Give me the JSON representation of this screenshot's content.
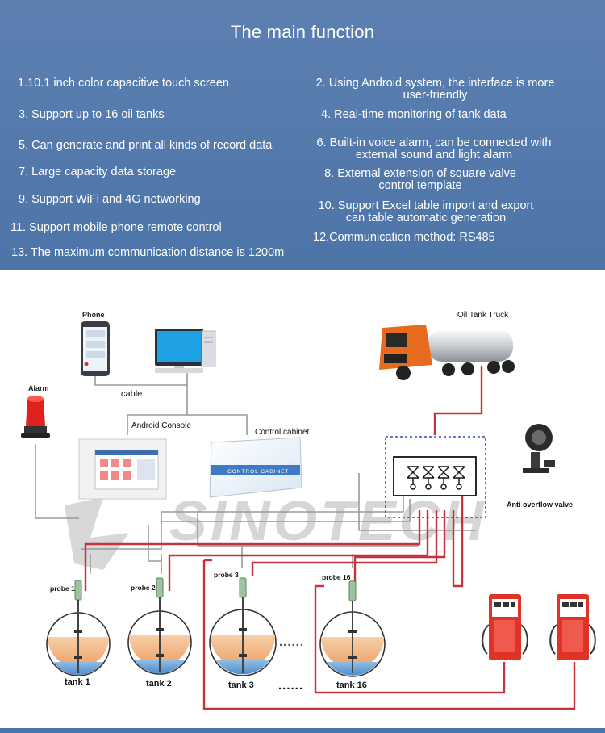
{
  "header": {
    "title": "The main function",
    "features": [
      "1.10.1 inch color capacitive touch screen",
      "2. Using Android system, the interface is more user-friendly",
      "3. Support up to 16 oil tanks",
      "4. Real-time monitoring of tank data",
      "5. Can generate and print all kinds of record data",
      "6. Built-in voice alarm, can be connected with external sound and light alarm",
      "7. Large capacity data storage",
      "8. External extension of square valve control template",
      "9. Support WiFi and 4G networking",
      "10. Support Excel table import and export can table automatic generation",
      "11. Support mobile phone remote control",
      "12.Communication method: RS485",
      "13. The maximum communication distance is 1200m"
    ]
  },
  "diagram": {
    "labels": {
      "phone": "Phone",
      "cable": "cable",
      "alarm": "Alarm",
      "android_console": "Android Console",
      "control_cabinet": "Control cabinet",
      "cabinet_face": "CONTROL CABINET",
      "oil_tank_truck": "Oil Tank Truck",
      "anti_overflow_valve": "Anti overflow valve",
      "watermark": "SINOTECH",
      "dots": "......",
      "probes": [
        "probe 1",
        "probe 2",
        "probe 3",
        "probe 16"
      ],
      "tanks": [
        "tank 1",
        "tank 2",
        "tank 3",
        "tank 16"
      ]
    },
    "colors": {
      "header_bg": "#4d74a8",
      "pipe_red": "#c8323a",
      "signal_gray": "#9a9a9a",
      "oil": "#f1b98a",
      "water": "#6aa3d8",
      "dispenser_red": "#e03327",
      "truck_cab": "#e86a1c"
    }
  }
}
